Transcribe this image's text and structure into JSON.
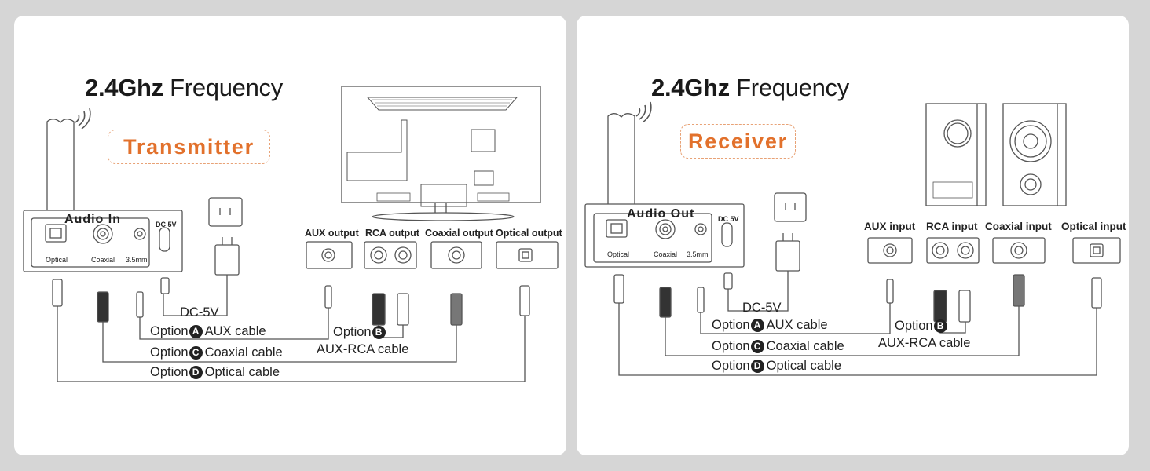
{
  "left": {
    "frequency_bold": "2.4Ghz",
    "frequency_rest": "Frequency",
    "role": "Transmitter",
    "device_title": "Audio In",
    "jack_optical": "Optical",
    "jack_coaxial": "Coaxial",
    "jack_35mm": "3.5mm",
    "dc_label": "DC 5V",
    "ports": [
      "AUX output",
      "RCA output",
      "Coaxial output",
      "Optical output"
    ],
    "power_label": "DC-5V",
    "rca_cable": "AUX-RCA cable",
    "options": [
      {
        "word": "Option",
        "letter": "A",
        "text": "AUX cable"
      },
      {
        "word": "Option",
        "letter": "B",
        "text": ""
      },
      {
        "word": "Option",
        "letter": "C",
        "text": "Coaxial cable"
      },
      {
        "word": "Option",
        "letter": "D",
        "text": "Optical cable"
      }
    ]
  },
  "right": {
    "frequency_bold": "2.4Ghz",
    "frequency_rest": "Frequency",
    "role": "Receiver",
    "device_title": "Audio Out",
    "jack_optical": "Optical",
    "jack_coaxial": "Coaxial",
    "jack_35mm": "3.5mm",
    "dc_label": "DC 5V",
    "ports": [
      "AUX  input",
      "RCA input",
      "Coaxial input",
      "Optical input"
    ],
    "power_label": "DC-5V",
    "rca_cable": "AUX-RCA cable",
    "options": [
      {
        "word": "Option",
        "letter": "A",
        "text": "AUX cable"
      },
      {
        "word": "Option",
        "letter": "B",
        "text": ""
      },
      {
        "word": "Option",
        "letter": "C",
        "text": "Coaxial cable"
      },
      {
        "word": "Option",
        "letter": "D",
        "text": "Optical cable"
      }
    ]
  },
  "colors": {
    "background": "#d6d6d6",
    "panel": "#ffffff",
    "accent": "#e2712c",
    "line": "#555555"
  }
}
